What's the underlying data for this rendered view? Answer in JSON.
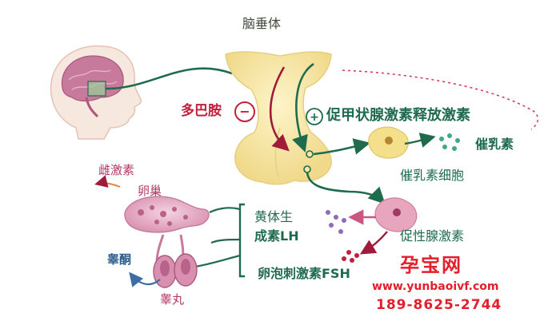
{
  "labels": {
    "pituitary": "脑垂体",
    "dopamine": "多巴胺",
    "trh": "促甲状腺激素释放激素",
    "prolactin": "催乳素",
    "prolactin_cell": "催乳素细胞",
    "estrogen": "雌激素",
    "ovary": "卵巢",
    "lh_line1": "黄体生",
    "lh_line2": "成素LH",
    "gonadotropin": "促性腺激素",
    "testosterone": "睾酮",
    "fsh": "卵泡刺激素FSH",
    "testis": "睾丸"
  },
  "symbols": {
    "minus": "−",
    "plus": "+"
  },
  "watermark": {
    "brand": "孕宝网",
    "url": "www.yunbaoivf.com",
    "phone": "189-8625-2744"
  },
  "colors": {
    "green": "#1f6b4e",
    "red": "#c0203a",
    "pink_cell": "#e8a6be",
    "yellow_gland": "#f7e7a6",
    "watermark": "#e2202c"
  }
}
